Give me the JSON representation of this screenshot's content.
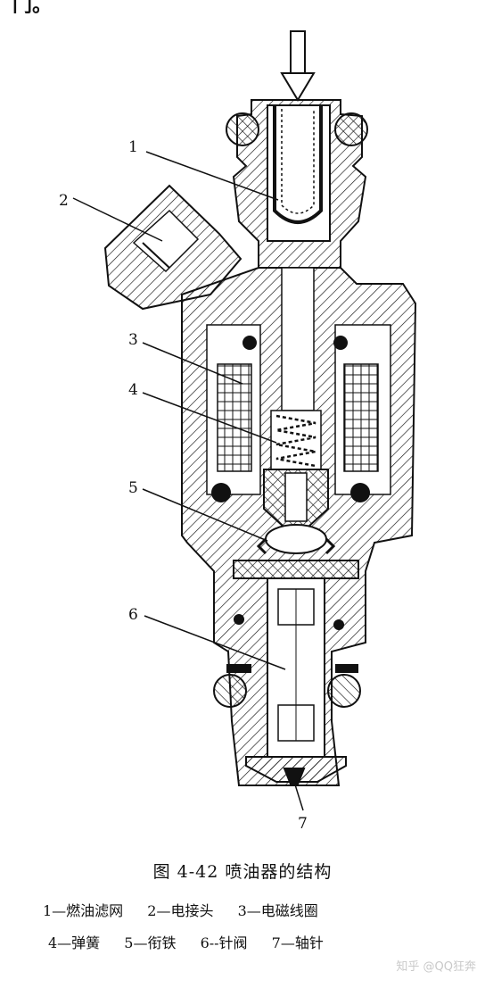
{
  "top_fragment": "门。",
  "diagram": {
    "flow_arrow": "down-arrow-icon",
    "callouts": [
      "1",
      "2",
      "3",
      "4",
      "5",
      "6",
      "7"
    ]
  },
  "caption": "图 4-42   喷油器的结构",
  "legend": {
    "row1": [
      "1—燃油滤网",
      "2—电接头",
      "3—电磁线圈"
    ],
    "row2": [
      "4—弹簧",
      "5—衔铁",
      "6--针阀",
      "7—轴针"
    ]
  },
  "watermark": "知乎 @QQ狂奔",
  "colors": {
    "ink": "#111111",
    "paper": "#ffffff"
  }
}
